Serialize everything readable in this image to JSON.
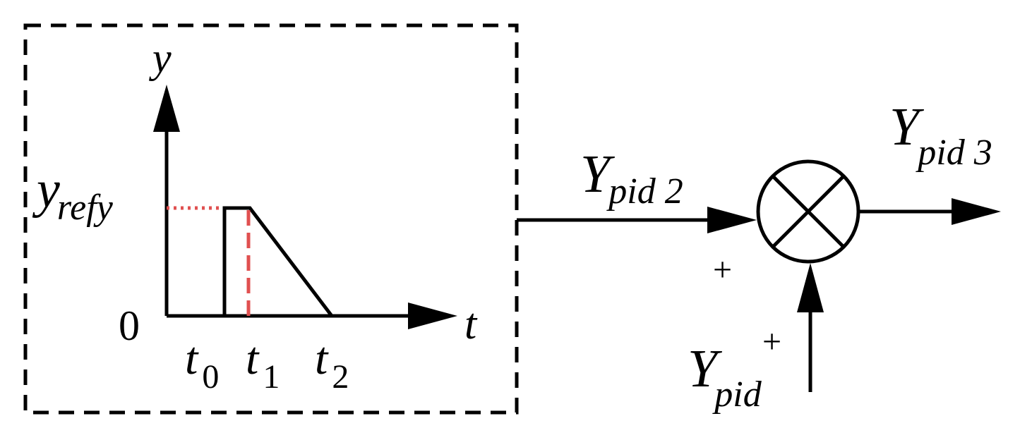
{
  "inset_graph": {
    "y_axis_label": "y",
    "t_axis_label": "t",
    "origin_label": "0",
    "ref_label": {
      "main": "y",
      "sub": "refy"
    },
    "ticks": [
      {
        "main": "t",
        "sub": "0"
      },
      {
        "main": "t",
        "sub": "1"
      },
      {
        "main": "t",
        "sub": "2"
      }
    ],
    "ref_line_color": "#e05050"
  },
  "signals": {
    "input": {
      "main": "Y",
      "sub": "pid 2"
    },
    "output": {
      "main": "Y",
      "sub": "pid 3"
    },
    "side": {
      "main": "Y",
      "sub": "pid"
    }
  },
  "summing_junction": {
    "sign_left": "+",
    "sign_bottom": "+"
  }
}
